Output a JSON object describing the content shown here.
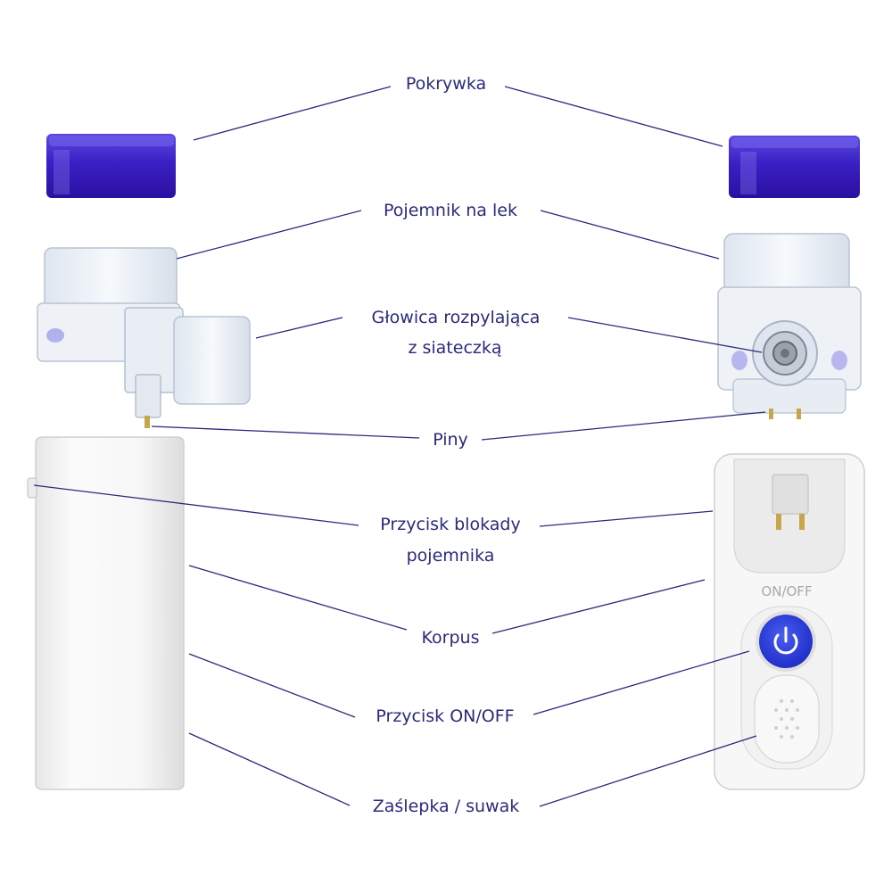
{
  "labels": {
    "cap": "Pokrywka",
    "container": "Pojemnik na lek",
    "head_line1": "Głowica rozpylająca",
    "head_line2": "z siateczką",
    "pins": "Piny",
    "lock_line1": "Przycisk blokady",
    "lock_line2": "pojemnika",
    "body": "Korpus",
    "power": "Przycisk ON/OFF",
    "slider": "Zaślepka / suwak"
  },
  "device_print": {
    "on_off": "ON/OFF"
  },
  "colors": {
    "label_text": "#2b2a7a",
    "leader_line": "#2b2a7a",
    "cap_blue": "#3a1fc4",
    "power_button": "#2a3ee0",
    "device_white": "#f7f7f7"
  }
}
